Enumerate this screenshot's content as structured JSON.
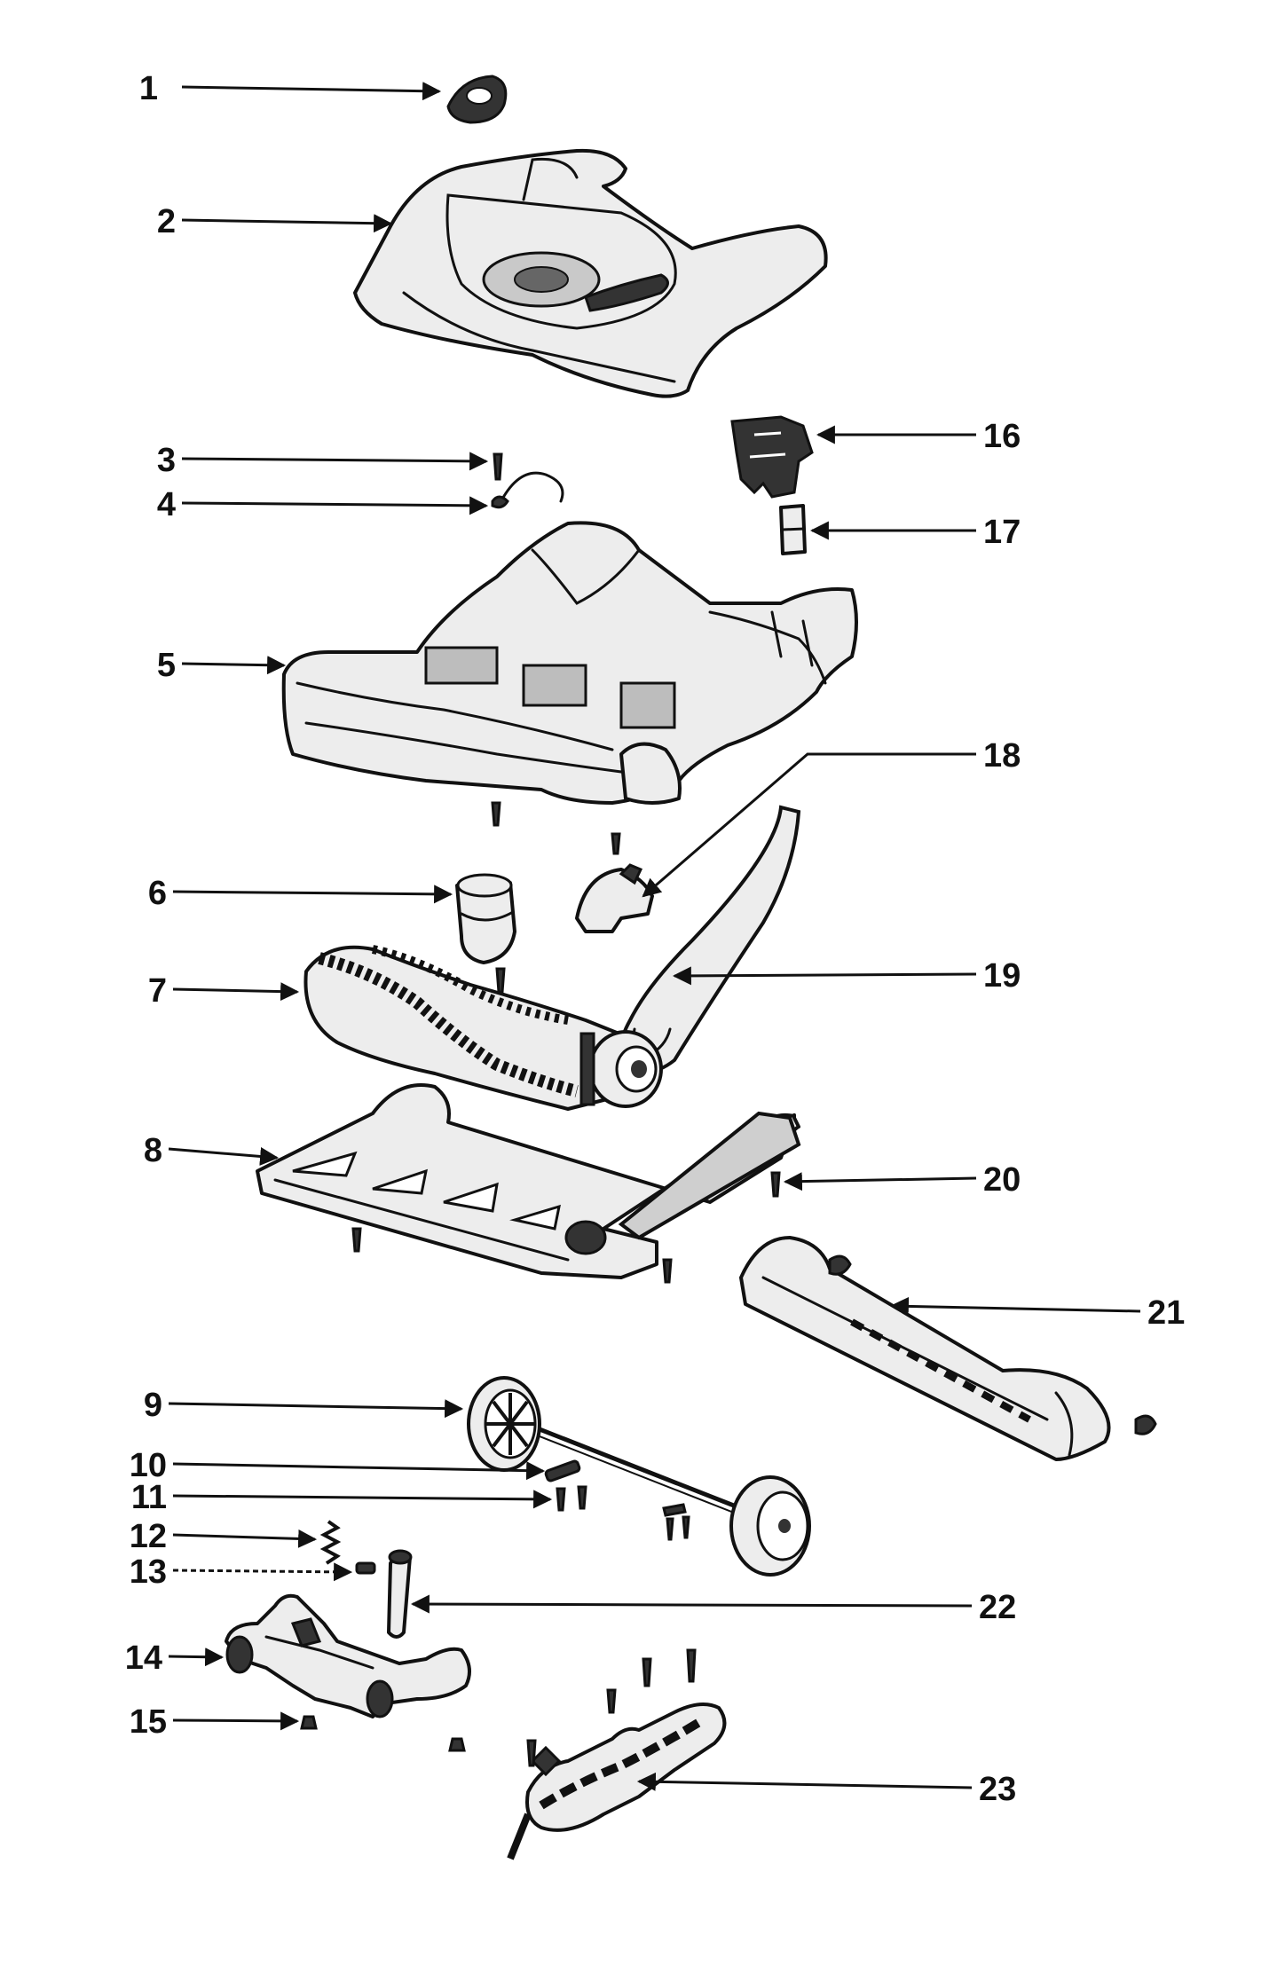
{
  "callouts": [
    {
      "label": "1"
    },
    {
      "label": "2"
    },
    {
      "label": "3"
    },
    {
      "label": "4"
    },
    {
      "label": "5"
    },
    {
      "label": "6"
    },
    {
      "label": "7"
    },
    {
      "label": "8"
    },
    {
      "label": "9"
    },
    {
      "label": "10"
    },
    {
      "label": "11"
    },
    {
      "label": "12"
    },
    {
      "label": "13"
    },
    {
      "label": "14"
    },
    {
      "label": "15"
    },
    {
      "label": "16"
    },
    {
      "label": "17"
    },
    {
      "label": "18"
    },
    {
      "label": "19"
    },
    {
      "label": "20"
    },
    {
      "label": "21"
    },
    {
      "label": "22"
    },
    {
      "label": "23"
    }
  ],
  "colors": {
    "ink": "#111111",
    "paper": "#ffffff",
    "fill": "#ededed"
  }
}
